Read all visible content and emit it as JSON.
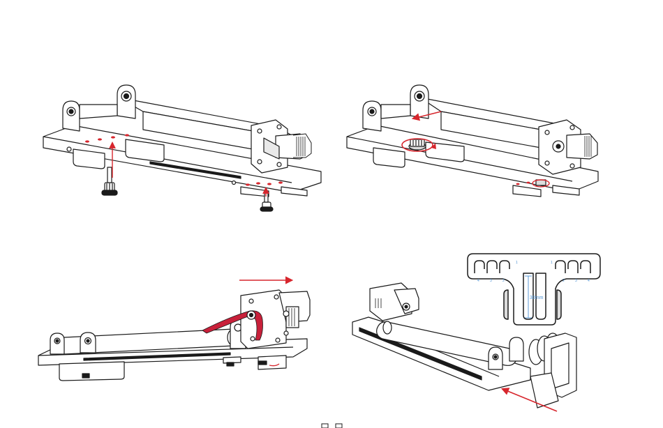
{
  "colors": {
    "line": "#1a1a1a",
    "accent": "#d7262d",
    "label_blue": "#4a8fd0",
    "belt": "#c8203a",
    "background": "#ffffff"
  },
  "panels": [
    {
      "name": "step-insert-screws",
      "icons": [
        "arrow-up-icon",
        "thumb-screw-icon"
      ]
    },
    {
      "name": "step-tighten-screws",
      "icons": [
        "rotate-arrow-icon",
        "arrow-left-icon"
      ]
    },
    {
      "name": "step-attach-belt",
      "icons": [
        "arrow-right-icon",
        "belt-icon"
      ]
    },
    {
      "name": "step-adjust-support",
      "icons": [
        "arrow-diagonal-icon",
        "support-bracket-icon"
      ]
    }
  ],
  "bracket_detail": {
    "dimension_label": "30mm",
    "left_slot_numbers": [
      "1",
      "2",
      "3",
      "4"
    ],
    "right_slot_numbers": [
      "1",
      "2",
      "3",
      "4"
    ]
  },
  "page_indicator": {
    "icons": [
      "page-dot-icon",
      "page-dot-icon"
    ]
  }
}
